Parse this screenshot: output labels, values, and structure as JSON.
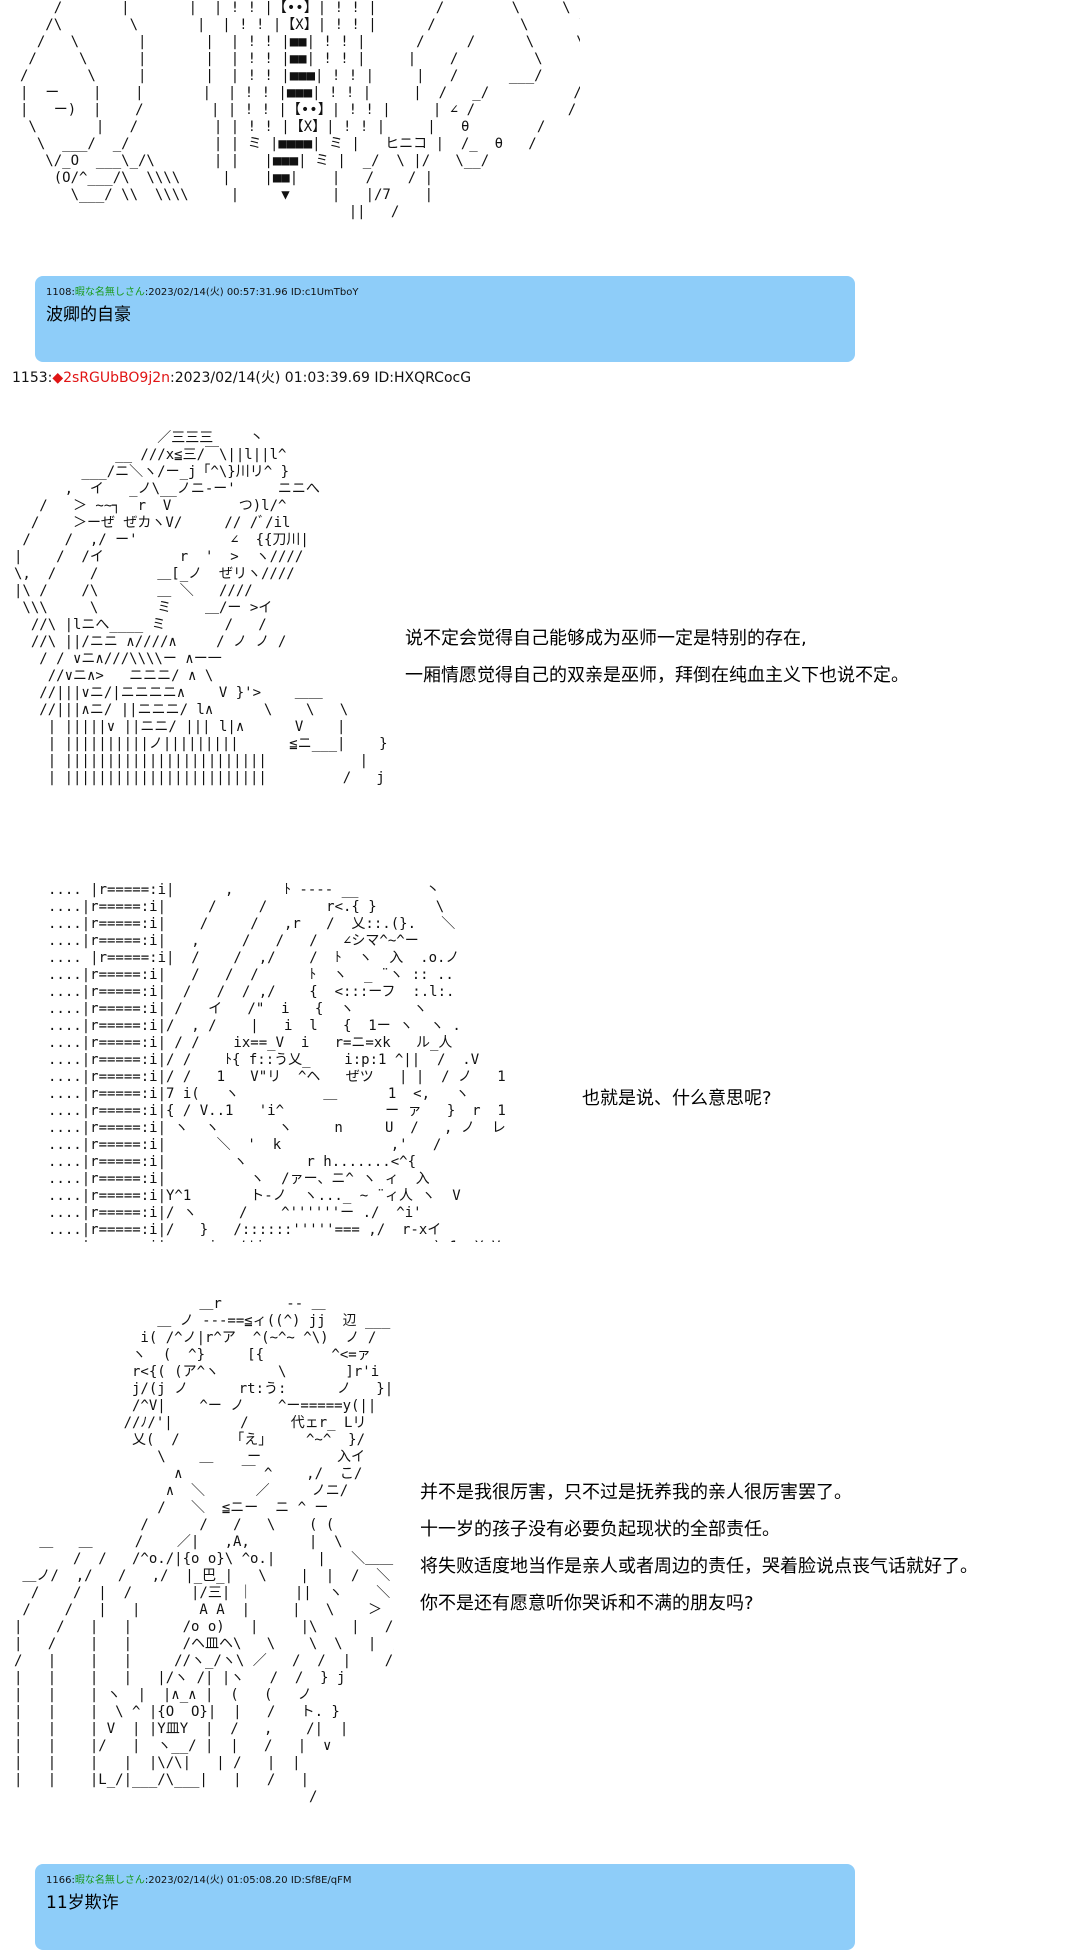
{
  "comments": [
    {
      "no": "1108",
      "name": "暇な名無しさん",
      "date": "2023/02/14(火) 00:57:31.96",
      "id": "ID:c1UmTboY",
      "text": "波卿的自豪"
    },
    {
      "no": "1166",
      "name": "暇な名無しさん",
      "date": "2023/02/14(火) 01:05:08.20",
      "id": "ID:Sf8E/qFM",
      "text": "11岁欺诈"
    }
  ],
  "post": {
    "no": "1153",
    "trip": "◆2sRGUbBO9j2n",
    "date": "2023/02/14(火) 01:03:39.69",
    "id": "ID:HXQRCocG"
  },
  "dialogue": {
    "block1": [
      "说不定会觉得自己能够成为巫师一定是特别的存在,",
      "一厢情愿觉得自己的双亲是巫师，拜倒在纯血主义下也说不定。"
    ],
    "block2": [
      "也就是说、什么意思呢?"
    ],
    "block3": [
      "并不是我很厉害，只不过是抚养我的亲人很厉害罢了。",
      "十一岁的孩子没有必要负起现状的全部责任。",
      "将失败适度地当作是亲人或者周边的责任，哭着脸说点丧气话就好了。",
      "你不是还有愿意听你哭诉和不满的朋友吗?"
    ]
  }
}
